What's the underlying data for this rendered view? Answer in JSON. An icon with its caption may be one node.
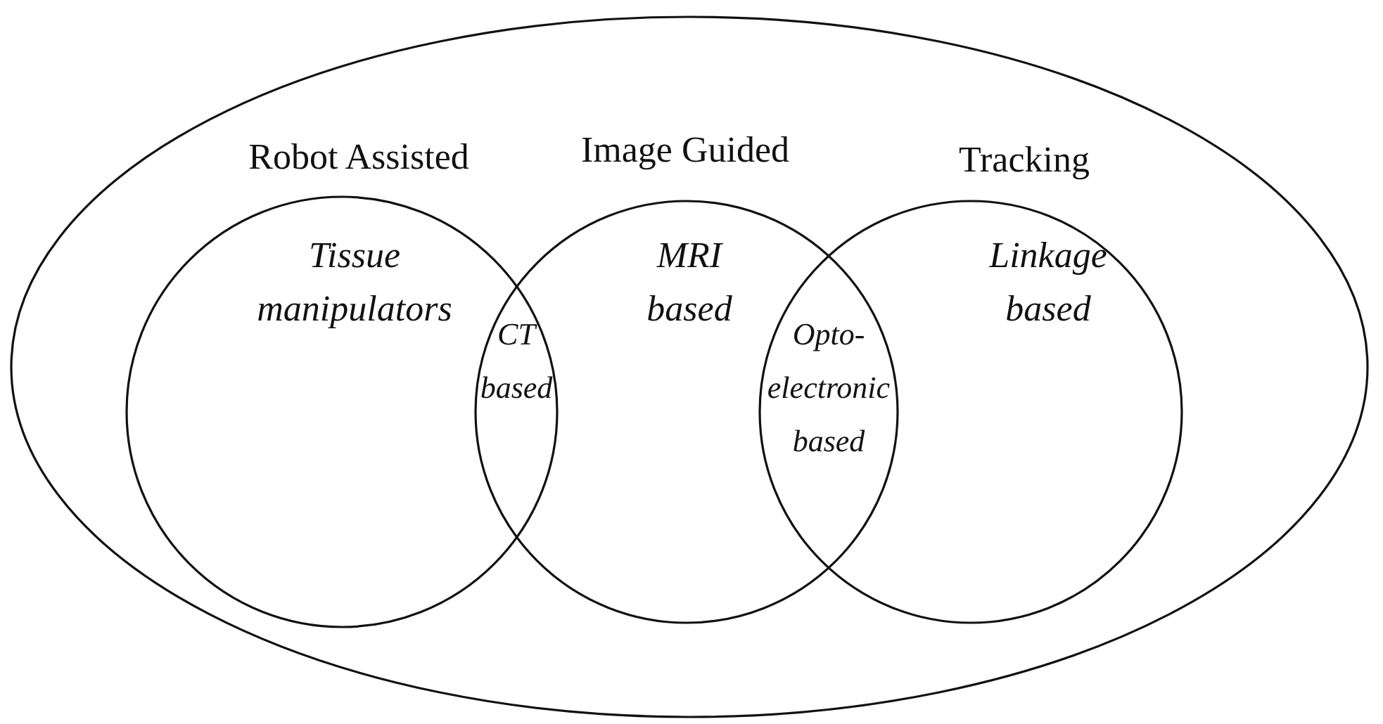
{
  "diagram": {
    "nodes": [
      {
        "text": [],
        "shape": "ellipse"
      },
      {
        "text": [
          "Robot Assisted",
          "Tissue manipulators"
        ],
        "in": 0
      },
      {
        "text": [
          "Image Guided",
          "MRI based"
        ],
        "in": 0
      },
      {
        "text": [
          "Tracking",
          "Linkage based"
        ],
        "in": 0
      }
    ],
    "labels": [
      "CT based",
      "Opto-electronic based"
    ]
  }
}
